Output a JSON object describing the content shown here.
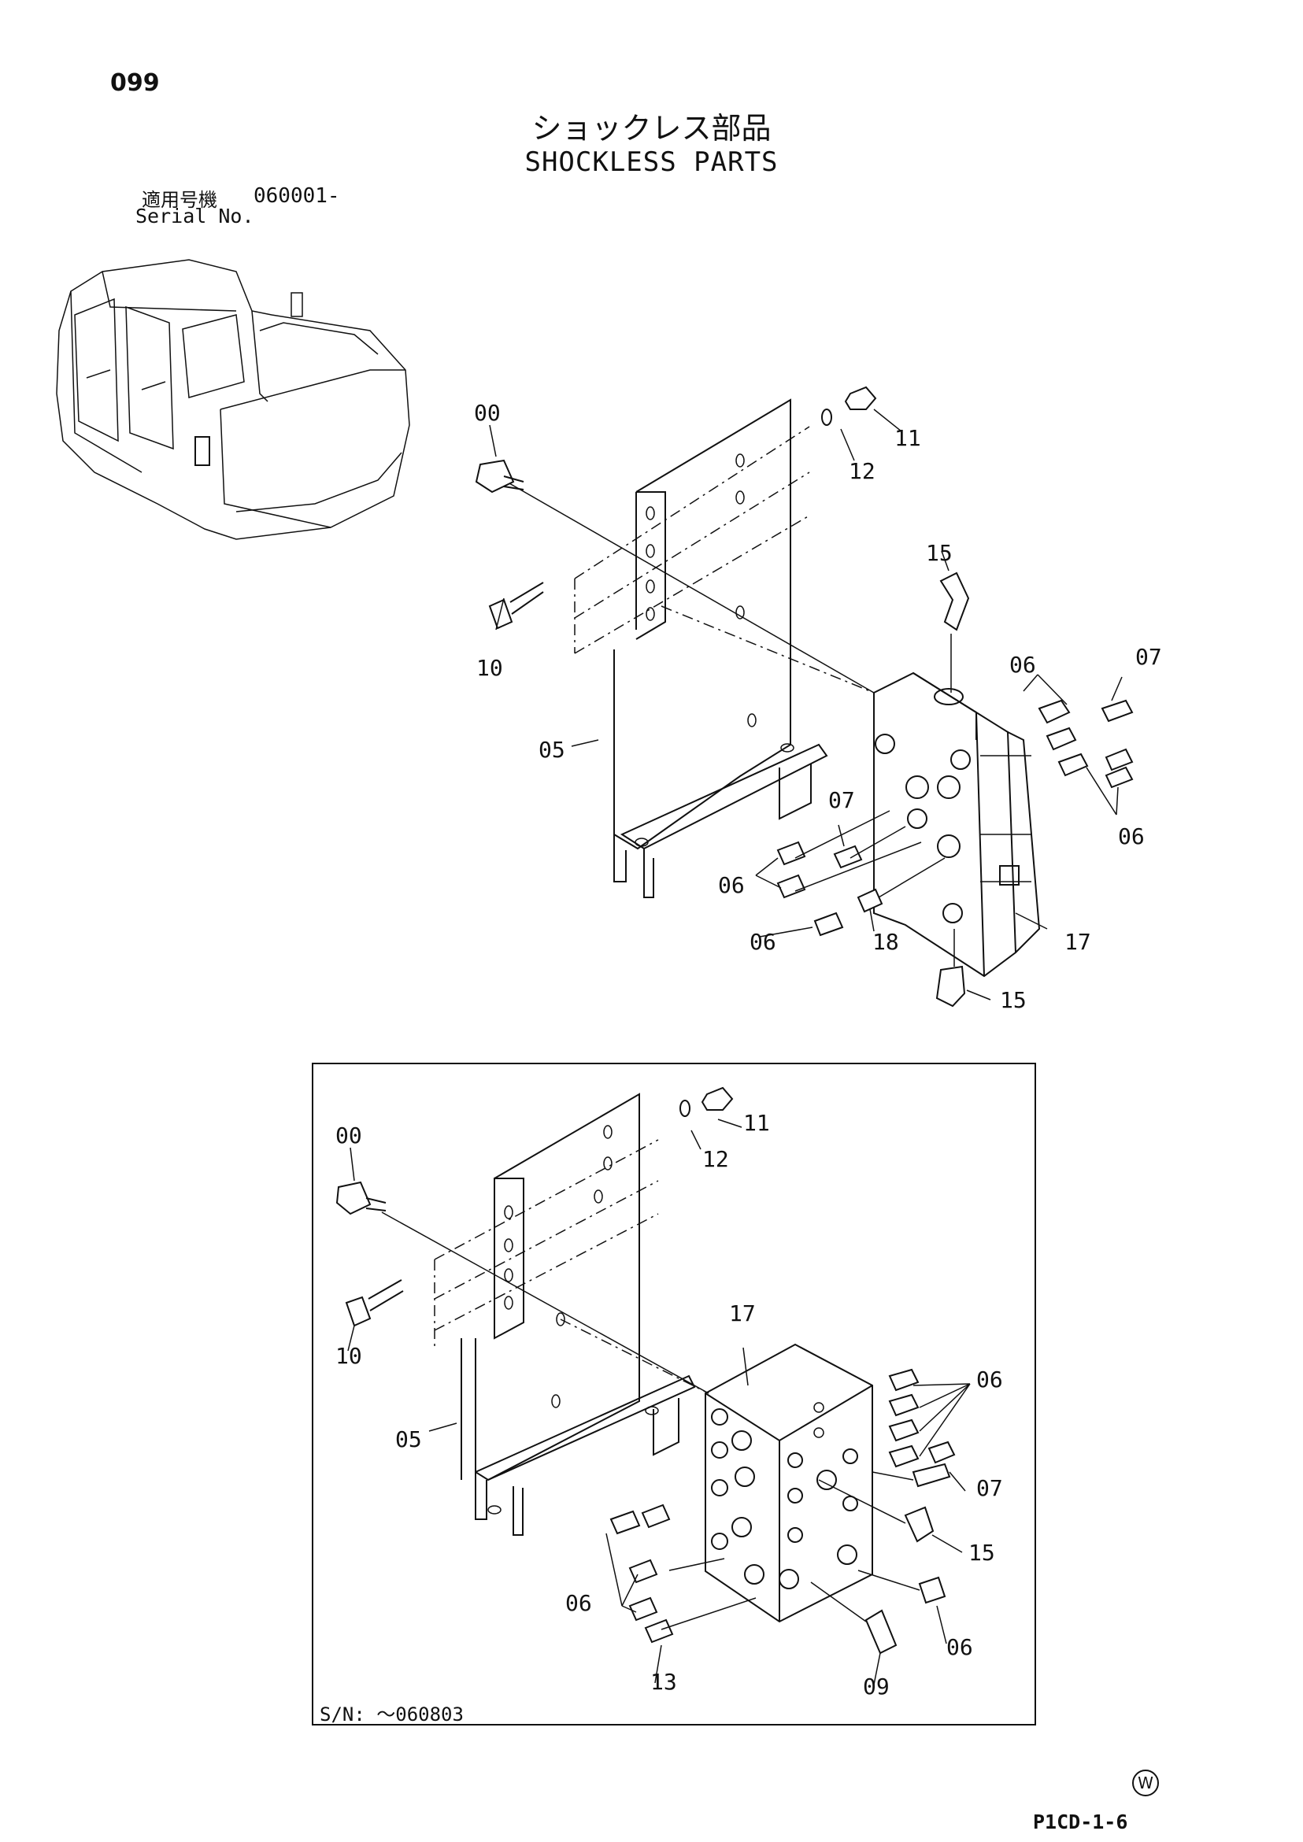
{
  "header": {
    "page_number": "099",
    "title_jp": "ショックレス部品",
    "title_en": "SHOCKLESS PARTS",
    "serial_label_jp": "適用号機",
    "serial_value": "060001-",
    "serial_label_en": "Serial No."
  },
  "diagram_top": {
    "callouts": [
      "00",
      "11",
      "12",
      "15",
      "10",
      "06",
      "07",
      "05",
      "07",
      "06",
      "06",
      "06",
      "18",
      "17",
      "15"
    ]
  },
  "diagram_bottom": {
    "serial_note": "S/N: ～060803",
    "callouts": [
      "11",
      "00",
      "12",
      "10",
      "17",
      "06",
      "05",
      "07",
      "15",
      "06",
      "06",
      "13",
      "09"
    ]
  },
  "footer": {
    "watermark": "W",
    "doc_code": "P1CD-1-6"
  }
}
